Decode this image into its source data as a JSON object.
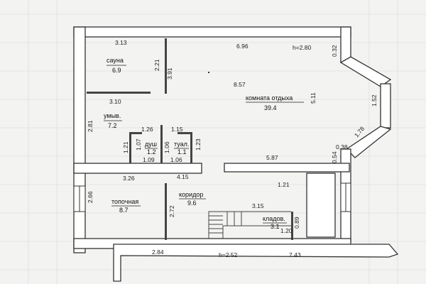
{
  "rooms": {
    "sauna": {
      "name": "сауна",
      "area": "6.9"
    },
    "washroom": {
      "name": "умыв.",
      "area": "7.2"
    },
    "shower": {
      "name": "душ",
      "area": "1.2"
    },
    "toilet": {
      "name": "туал.",
      "area": "1.1"
    },
    "lounge": {
      "name": "комната отдыха",
      "area": "39.4"
    },
    "boiler": {
      "name": "топочная",
      "area": "8.7"
    },
    "corridor": {
      "name": "коридор",
      "area": "9.6"
    },
    "storage": {
      "name": "кладов.",
      "area": "3.1"
    }
  },
  "ceiling_top": "h=2.80",
  "ceiling_bottom": "h=2.52",
  "dims": {
    "d_313": "3.13",
    "d_696": "6.96",
    "d_032": "0.32",
    "d_221": "2.21",
    "d_391": "3.91",
    "d_857": "8.57",
    "d_310": "3.10",
    "d_511": "5.11",
    "d_152": "1.52",
    "d_281": "2.81",
    "d_126": "1.26",
    "d_115": "1.15",
    "d_178": "1.78",
    "d_107": "1.07",
    "d_121": "1.21",
    "d_106v": "1.06",
    "d_123": "1.23",
    "d_109": "1.09",
    "d_106": "1.06",
    "d_038": "0.38",
    "d_054": "0.54",
    "d_587": "5.87",
    "d_326": "3.26",
    "d_415": "4.15",
    "d_121b": "1.21",
    "d_266": "2.66",
    "d_272": "2.72",
    "d_315": "3.15",
    "d_089": "0.89",
    "d_120": "1.20",
    "d_284": "2.84",
    "d_743": "7.43"
  }
}
